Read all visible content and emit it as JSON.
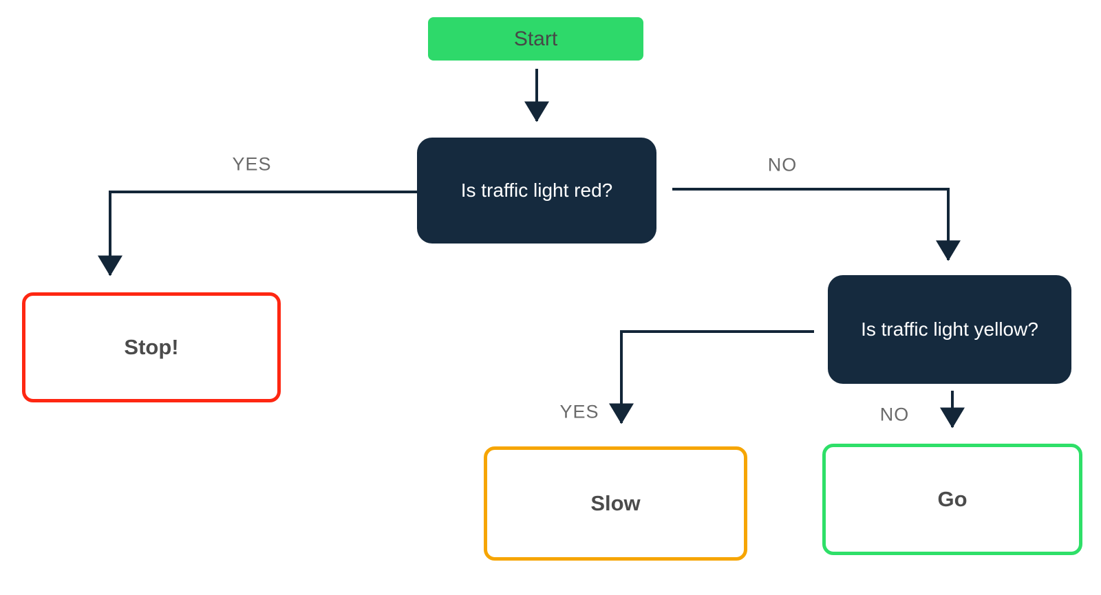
{
  "diagram": {
    "type": "flowchart",
    "nodes": {
      "start": {
        "label": "Start",
        "kind": "start",
        "fill": "#2ed96a",
        "text_color": "#474747"
      },
      "q_red": {
        "label": "Is traffic light red?",
        "kind": "decision",
        "fill": "#152a3e",
        "text_color": "#ffffff"
      },
      "stop": {
        "label": "Stop!",
        "kind": "outcome",
        "fill": "#ffffff",
        "border_color": "#fe2712",
        "text_color": "#4b4b4b"
      },
      "q_yellow": {
        "label": "Is traffic light yellow?",
        "kind": "decision",
        "fill": "#152a3e",
        "text_color": "#ffffff"
      },
      "slow": {
        "label": "Slow",
        "kind": "outcome",
        "fill": "#ffffff",
        "border_color": "#f6a502",
        "text_color": "#4b4b4b"
      },
      "go": {
        "label": "Go",
        "kind": "outcome",
        "fill": "#ffffff",
        "border_color": "#2edf68",
        "text_color": "#4b4b4b"
      }
    },
    "edges": [
      {
        "from": "start",
        "to": "q_red",
        "label": ""
      },
      {
        "from": "q_red",
        "to": "stop",
        "label": "YES"
      },
      {
        "from": "q_red",
        "to": "q_yellow",
        "label": "NO"
      },
      {
        "from": "q_yellow",
        "to": "slow",
        "label": "YES"
      },
      {
        "from": "q_yellow",
        "to": "go",
        "label": "NO"
      }
    ],
    "colors": {
      "connector": "#132638",
      "edge_label": "#6a6a6a",
      "background": "#ffffff"
    }
  }
}
